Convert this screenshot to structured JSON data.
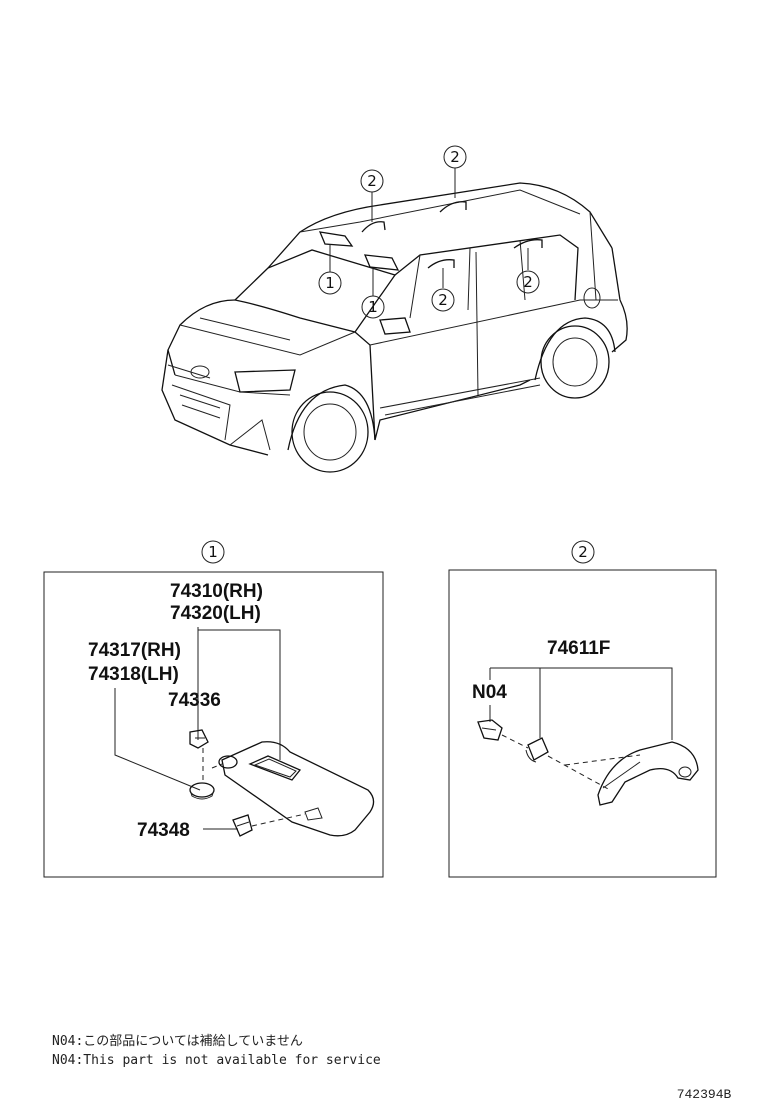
{
  "callouts": {
    "one": "1",
    "two": "2"
  },
  "box1": {
    "part_a_rh": "74310(RH)",
    "part_a_lh": "74320(LH)",
    "part_b_rh": "74317(RH)",
    "part_b_lh": "74318(LH)",
    "part_c": "74336",
    "part_d": "74348"
  },
  "box2": {
    "part_e": "74611F",
    "part_n": "N04"
  },
  "notes": {
    "jp": "N04:この部品については補給していません",
    "en": "N04:This part is not available for service"
  },
  "diagram_code": "742394B"
}
